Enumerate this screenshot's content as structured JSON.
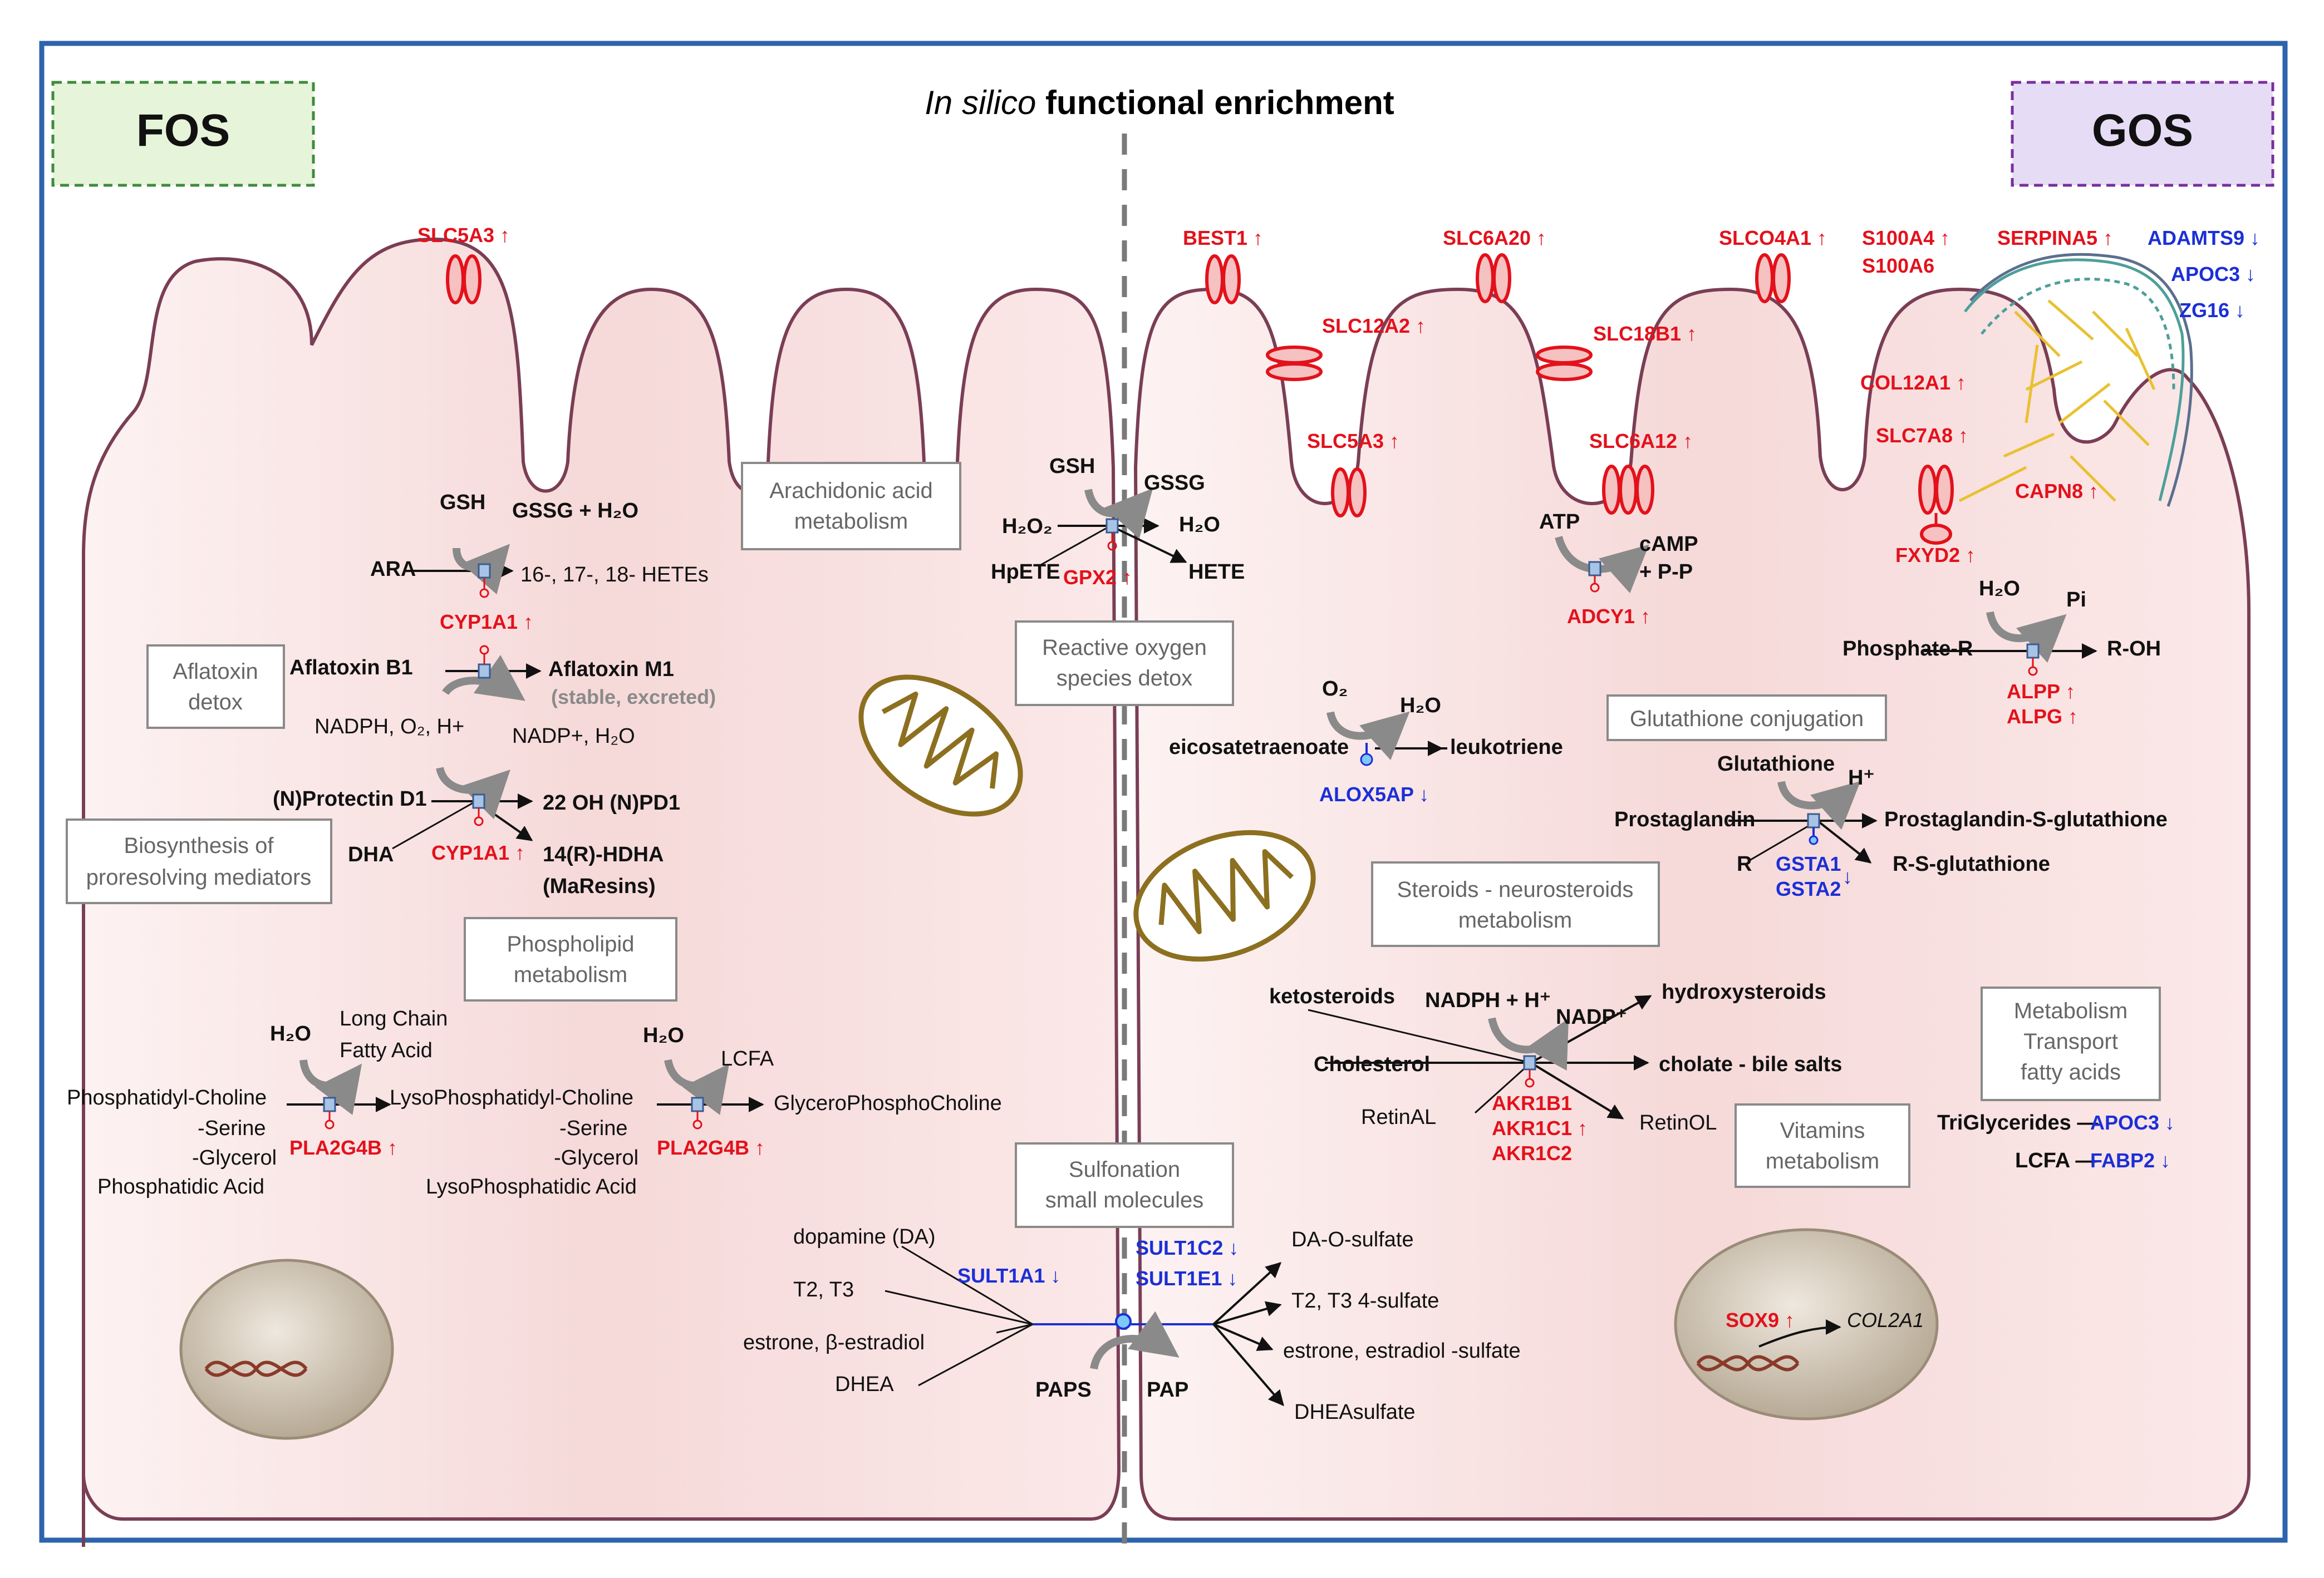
{
  "title": {
    "italic": "In silico",
    "rest": " functional enrichment"
  },
  "fos_label": "FOS",
  "gos_label": "GOS",
  "colors": {
    "up": "#e3111b",
    "down": "#1b2fd6",
    "membrane": "#7a3e55",
    "cell_fill": "#fbe7e7",
    "fos_box": "#e6f4da",
    "gos_box": "#e6dcf6"
  },
  "category_boxes": {
    "arachidonic": [
      "Arachidonic acid",
      "metabolism"
    ],
    "aflatoxin": [
      "Aflatoxin",
      "detox"
    ],
    "proresolving": [
      "Biosynthesis of",
      "proresolving mediators"
    ],
    "phospholipid": [
      "Phospholipid",
      "metabolism"
    ],
    "ros": [
      "Reactive oxygen",
      "species detox"
    ],
    "glutathione": [
      "Glutathione conjugation"
    ],
    "steroids": [
      "Steroids - neurosteroids",
      "metabolism"
    ],
    "fatty": [
      "Metabolism",
      "Transport",
      "fatty acids"
    ],
    "vitamins": [
      "Vitamins",
      "metabolism"
    ],
    "sulfonation": [
      "Sulfonation",
      "small molecules"
    ]
  },
  "genes": {
    "slc5a3_fos": "SLC5A3 ↑",
    "best1": "BEST1 ↑",
    "slc6a20": "SLC6A20 ↑",
    "slco4a1": "SLCO4A1 ↑",
    "s100a4": "S100A4 ↑",
    "s100a6": "S100A6",
    "serpina5": "SERPINA5 ↑",
    "adamts9": "ADAMTS9 ↓",
    "apoc3_top": "APOC3 ↓",
    "zg16": "ZG16 ↓",
    "slc12a2": "SLC12A2 ↑",
    "slc18b1": "SLC18B1 ↑",
    "col12a1": "COL12A1 ↑",
    "slc5a3_gos": "SLC5A3 ↑",
    "slc6a12": "SLC6A12 ↑",
    "slc7a8": "SLC7A8 ↑",
    "capn8": "CAPN8 ↑",
    "fxyd2": "FXYD2 ↑",
    "cyp1a1_a": "CYP1A1 ↑",
    "cyp1a1_b": "CYP1A1 ↑",
    "gpx2": "GPX2 ↑",
    "adcy1": "ADCY1 ↑",
    "alpp": "ALPP ↑",
    "alpg": "ALPG ↑",
    "alox5ap": "ALOX5AP ↓",
    "gsta1": "GSTA1",
    "gsta2": "GSTA2",
    "gst_arrow": "↓",
    "pla2g4b_a": "PLA2G4B ↑",
    "pla2g4b_b": "PLA2G4B ↑",
    "akr1b1": "AKR1B1",
    "akr1c1": "AKR1C1 ↑",
    "akr1c2": "AKR1C2",
    "apoc3_bottom": "APOC3 ↓",
    "fabp2": "FABP2 ↓",
    "sult1a1": "SULT1A1 ↓",
    "sult1c2": "SULT1C2 ↓",
    "sult1e1": "SULT1E1 ↓",
    "sox9": "SOX9 ↑",
    "col2a1": "COL2A1"
  },
  "metabolites": {
    "gsh1": "GSH",
    "gssg_h2o": "GSSG + H₂O",
    "ara": "ARA",
    "hetes": "16-, 17-, 18- HETEs",
    "aflatoxin_b1": "Aflatoxin B1",
    "aflatoxin_m1": "Aflatoxin M1",
    "stable": "(stable, excreted)",
    "nadph": "NADPH, O₂, H+",
    "nadp": "NADP+, H₂O",
    "protectin": "(N)Protectin D1",
    "oh_pd1": "22 OH (N)PD1",
    "dha": "DHA",
    "hdha": "14(R)-HDHA",
    "maresins": "(MaResins)",
    "h2o_a": "H₂O",
    "long_chain": "Long Chain",
    "fatty_acid": "Fatty Acid",
    "phosphatidyl": "Phosphatidyl-Choline",
    "serine_a": "-Serine",
    "glycerol_a": "-Glycerol",
    "pa_a": "Phosphatidic Acid",
    "lyso": "LysoPhosphatidyl-Choline",
    "serine_b": "-Serine",
    "glycerol_b": "-Glycerol",
    "pa_b": "LysoPhosphatidic Acid",
    "h2o_b": "H₂O",
    "lcfa": "LCFA",
    "gpc": "GlyceroPhosphoCholine",
    "gsh2": "GSH",
    "gssg": "GSSG",
    "h2o2": "H₂O₂",
    "h2o_c": "H₂O",
    "hpete": "HpETE",
    "hete": "HETE",
    "atp": "ATP",
    "camp": "cAMP",
    "pp": "+ P-P",
    "h2o_d": "H₂O",
    "pi": "Pi",
    "phosphate_r": "Phosphate-R",
    "r_oh": "R-OH",
    "o2": "O₂",
    "h2o_e": "H₂O",
    "eicosa": "eicosatetraenoate",
    "leukotriene": "leukotriene",
    "glutathione": "Glutathione",
    "hplus": "H⁺",
    "prostaglandin": "Prostaglandin",
    "pg_s_glut": "Prostaglandin-S-glutathione",
    "r": "R",
    "r_s_glut": "R-S-glutathione",
    "ketosteroids": "ketosteroids",
    "nadph_h": "NADPH + H⁺",
    "nadp_plus": "NADP⁺",
    "hydroxysteroids": "hydroxysteroids",
    "cholesterol": "Cholesterol",
    "cholate": "cholate - bile salts",
    "retinal": "RetinAL",
    "retinol": "RetinOL",
    "triglycerides": "TriGlycerides —",
    "lcfa2": "LCFA —",
    "dopamine": "dopamine (DA)",
    "t2t3": "T2, T3",
    "estrone": "estrone, β-estradiol",
    "dhea": "DHEA",
    "paps": "PAPS",
    "pap": "PAP",
    "da_sulfate": "DA-O-sulfate",
    "t2t3_sulfate": "T2, T3 4-sulfate",
    "estrone_sulfate": "estrone, estradiol -sulfate",
    "dhea_sulfate": "DHEAsulfate"
  }
}
